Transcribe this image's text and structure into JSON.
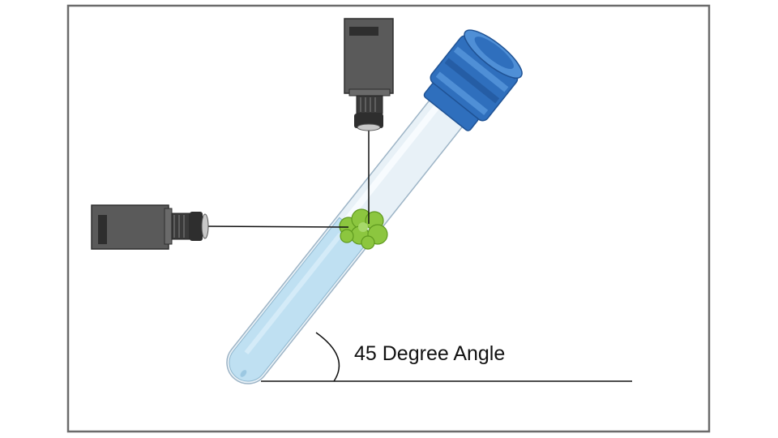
{
  "diagram": {
    "angle_label": "45 Degree Angle",
    "angle_degrees": 45,
    "components": [
      "test-tube",
      "tube-cap",
      "liquid-medium",
      "green-cell-cluster",
      "top-camera",
      "side-camera",
      "baseline"
    ]
  },
  "colors": {
    "frame": "#6b6b6b",
    "cap_main": "#2f6fbd",
    "cap_light": "#4f8fd6",
    "cap_dark": "#1f5294",
    "tube_glass": "#e8f1f7",
    "tube_outline": "#9db4c6",
    "liquid": "#bfe0f2",
    "liquid_light": "#d6ecf8",
    "cells": "#8cc63f",
    "cells_dark": "#5f9a1f",
    "camera_body": "#5a5a5a",
    "camera_dark": "#2e2e2e",
    "line": "#111111"
  }
}
